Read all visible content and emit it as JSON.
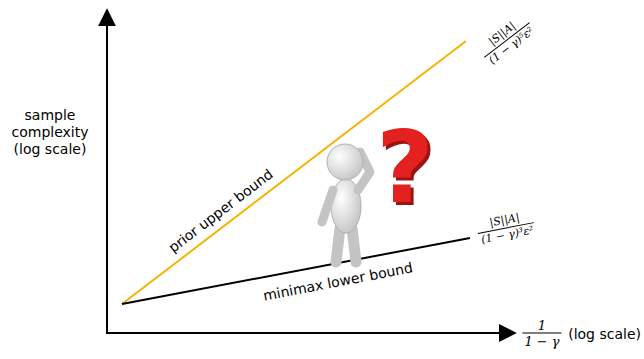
{
  "diagram": {
    "labels": [
      "sample complexity",
      "(log scale)",
      "prior upper bound",
      "minimax lower bound",
      "|S||A|",
      "(1 − γ)⁵ε²",
      "|S||A|",
      "(1 − γ)³ε²",
      "1",
      "1 − γ",
      "(log scale)",
      "?"
    ]
  }
}
